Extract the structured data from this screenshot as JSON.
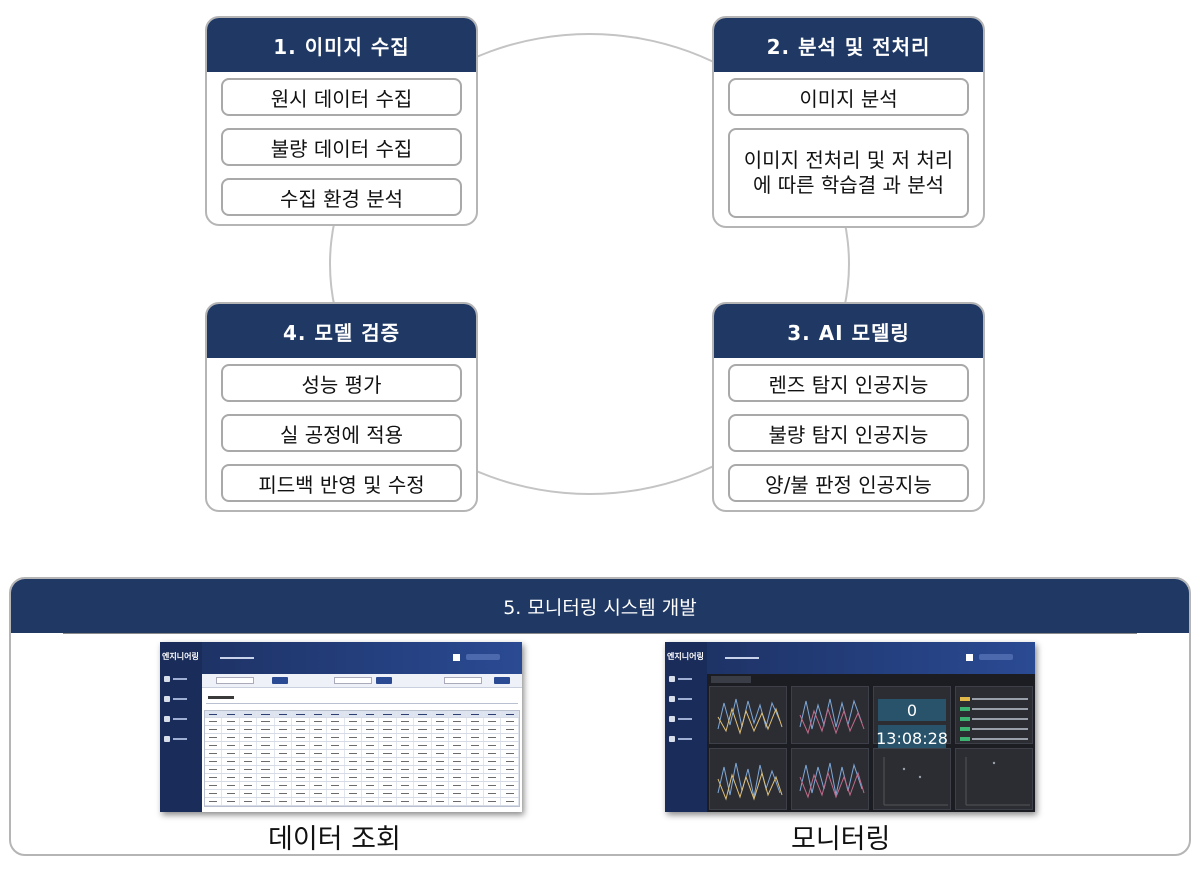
{
  "stages": [
    {
      "id": "stage-1",
      "title": "1. 이미지 수집",
      "tasks": [
        "원시 데이터 수집",
        "불량 데이터 수집",
        "수집 환경 분석"
      ]
    },
    {
      "id": "stage-2",
      "title": "2. 분석 및 전처리",
      "tasks": [
        "이미지 분석",
        "이미지 전처리 및 저 처리에 따른 학습결 과 분석"
      ]
    },
    {
      "id": "stage-3",
      "title": "3. AI 모델링",
      "tasks": [
        "렌즈 탐지 인공지능",
        "불량 탐지 인공지능",
        "양/불 판정 인공지능"
      ]
    },
    {
      "id": "stage-4",
      "title": "4. 모델 검증",
      "tasks": [
        "성능 평가",
        "실 공정에 적용",
        "피드백 반영 및 수정"
      ]
    }
  ],
  "monitoring": {
    "title": "5. 모니터링 시스템 개발",
    "screens": [
      {
        "caption": "데이터 조회",
        "app_brand": "엔지니어링"
      },
      {
        "caption": "모니터링",
        "app_brand": "엔지니어링",
        "counter": "0",
        "clock": "13:08:28"
      }
    ]
  },
  "colors": {
    "header": "#1f3864",
    "border": "#b5b5b5",
    "ring": "#c4c4c4"
  }
}
